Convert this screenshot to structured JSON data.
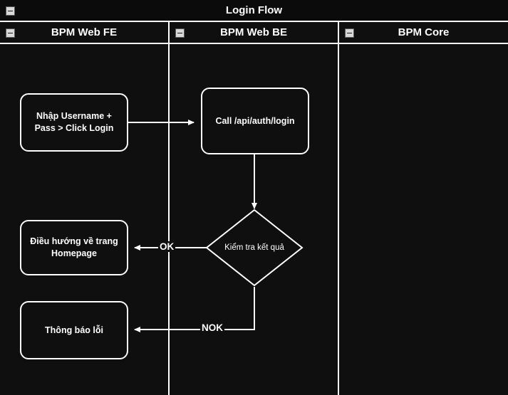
{
  "diagram": {
    "title": "Login Flow",
    "collapse_icon": "collapse-minus-icon",
    "lanes": [
      {
        "id": "fe",
        "title": "BPM Web FE"
      },
      {
        "id": "be",
        "title": "BPM Web BE"
      },
      {
        "id": "core",
        "title": "BPM Core"
      }
    ],
    "nodes": [
      {
        "id": "n1",
        "lane": "fe",
        "shape": "rounded-rect",
        "label": "Nhập Username +\nPass > Click Login"
      },
      {
        "id": "n2",
        "lane": "be",
        "shape": "rounded-rect",
        "label": "Call /api/auth/login"
      },
      {
        "id": "n3",
        "lane": "be",
        "shape": "diamond",
        "label": "Kiểm tra kết quả"
      },
      {
        "id": "n4",
        "lane": "fe",
        "shape": "rounded-rect",
        "label": "Điều hướng về trang\nHomepage"
      },
      {
        "id": "n5",
        "lane": "fe",
        "shape": "rounded-rect",
        "label": "Thông báo lỗi"
      }
    ],
    "edges": [
      {
        "id": "e1",
        "from": "n1",
        "to": "n2",
        "label": ""
      },
      {
        "id": "e2",
        "from": "n2",
        "to": "n3",
        "label": ""
      },
      {
        "id": "e3",
        "from": "n3",
        "to": "n4",
        "label": "OK"
      },
      {
        "id": "e4",
        "from": "n3",
        "to": "n5",
        "label": "NOK"
      }
    ],
    "colors": {
      "background": "#0f0f0f",
      "stroke": "#ffffff",
      "text": "#ffffff",
      "collapse_box": "#d8d8d8"
    }
  }
}
